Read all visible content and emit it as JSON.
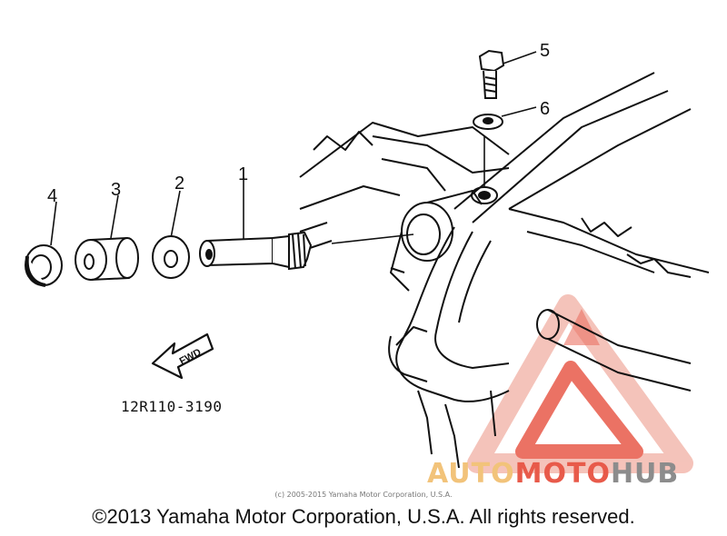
{
  "callouts": [
    "1",
    "2",
    "3",
    "4",
    "5",
    "6"
  ],
  "forward_label": "FWD",
  "part_code": "12R110-3190",
  "small_credit": "(c) 2005-2015 Yamaha Motor Corporation, U.S.A.",
  "copyright": "©2013 Yamaha Motor Corporation, U.S.A. All rights reserved.",
  "watermark": {
    "part1": "AUTO",
    "part2": "MOTO",
    "part3": "HUB"
  },
  "colors": {
    "line": "#111111",
    "watermark_red": "#e85a4a",
    "watermark_light": "#f3b9ae",
    "watermark_yellow": "#f2c37a",
    "watermark_gray": "#8c8c8c"
  }
}
